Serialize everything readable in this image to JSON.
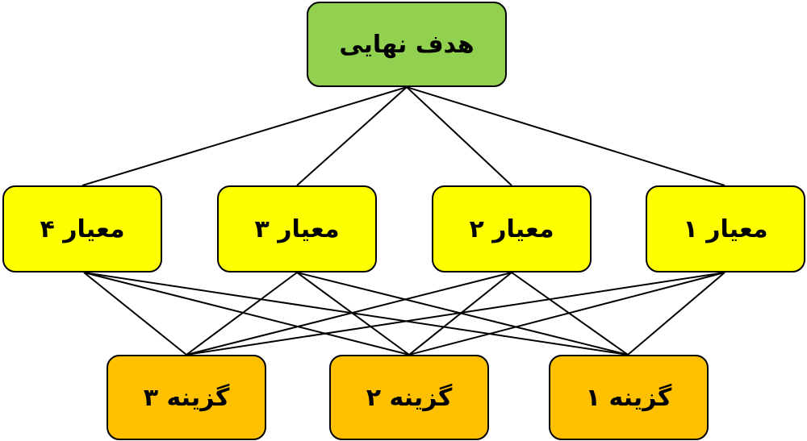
{
  "colors": {
    "goal": "#92d050",
    "criterion": "#ffff00",
    "alternative": "#ffc000"
  },
  "goal": {
    "label": "هدف نهایی"
  },
  "criteria": [
    {
      "label": "معیار ۴"
    },
    {
      "label": "معیار ۳"
    },
    {
      "label": "معیار ۲"
    },
    {
      "label": "معیار ۱"
    }
  ],
  "alternatives": [
    {
      "label": "گزینه ۳"
    },
    {
      "label": "گزینه ۲"
    },
    {
      "label": "گزینه ۱"
    }
  ]
}
